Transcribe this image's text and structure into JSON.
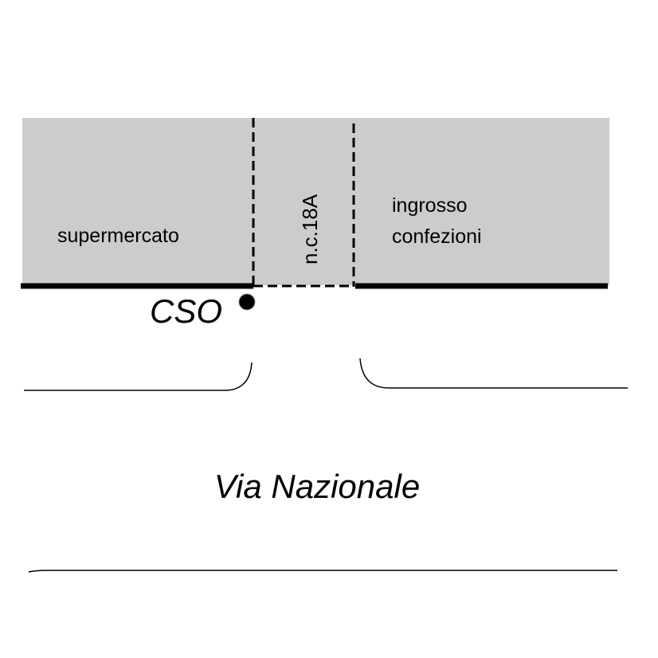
{
  "labels": {
    "left_building": "supermercato",
    "middle_building": "n.c.18A",
    "right_building_line1": "ingrosso",
    "right_building_line2": "confezioni",
    "marker": "CSO",
    "street": "Via Nazionale"
  },
  "colors": {
    "building_fill": "#cccccc",
    "line": "#000000",
    "background": "#ffffff"
  }
}
